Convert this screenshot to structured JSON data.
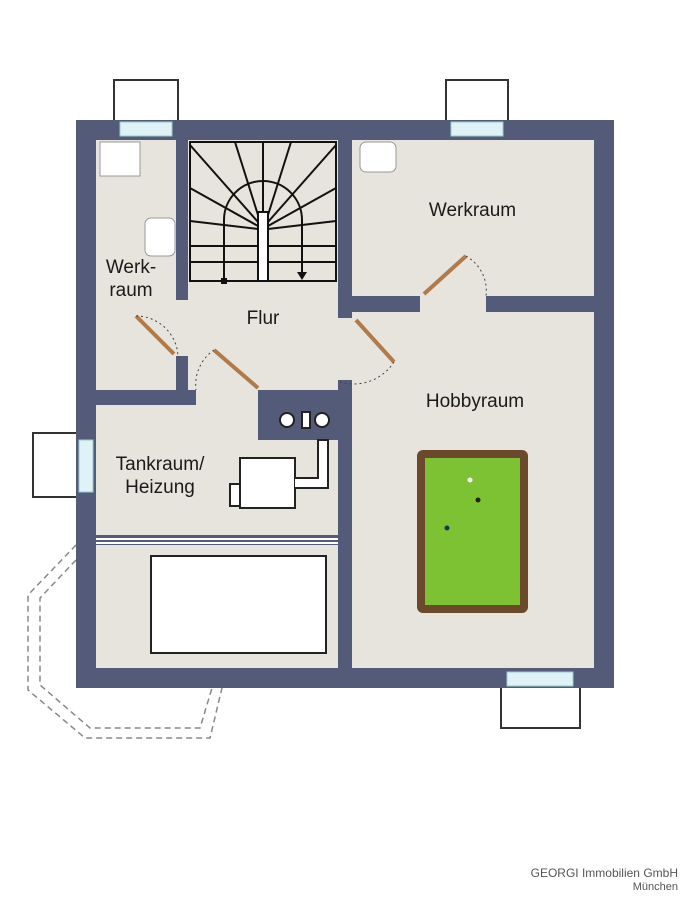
{
  "rooms": {
    "werkraum_small_line1": "Werk-",
    "werkraum_small_line2": "raum",
    "flur": "Flur",
    "werkraum": "Werkraum",
    "hobbyraum": "Hobbyraum",
    "tankraum_line1": "Tankraum/",
    "tankraum_line2": "Heizung"
  },
  "credit": {
    "company": "GEORGI Immobilien GmbH",
    "city": "München"
  },
  "colors": {
    "wall": "#545b78",
    "floor": "#e6e4dc",
    "table": "#7cc232",
    "door": "#b07a4a"
  }
}
